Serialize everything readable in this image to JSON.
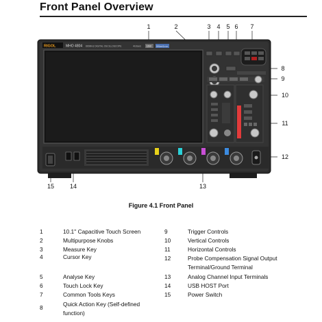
{
  "page": {
    "title": "Front Panel Overview",
    "caption": "Figure 4.1 Front Panel"
  },
  "device": {
    "brand": "RIGOL",
    "model": "MHO 4804",
    "subtitle": "800MHz DIGITAL OSCILLOSCOPE",
    "spec_rate": "4GSa/s",
    "spec_bits": "12bit",
    "spec_extra": "500pts/1mon"
  },
  "callouts": [
    "1",
    "2",
    "3",
    "4",
    "5",
    "6",
    "7",
    "8",
    "9",
    "10",
    "11",
    "12",
    "13",
    "14",
    "15"
  ],
  "legend": {
    "left": [
      {
        "num": "1",
        "label": "10.1'' Capacitive Touch Screen"
      },
      {
        "num": "2",
        "label": "Multipurpose Knobs"
      },
      {
        "num": "3",
        "label": "Measure Key"
      },
      {
        "num": "4",
        "label": "Cursor Key"
      },
      {
        "num": "5",
        "label": "Analyse Key"
      },
      {
        "num": "6",
        "label": "Touch Lock Key"
      },
      {
        "num": "7",
        "label": "Common Tools Keys"
      },
      {
        "num": "8",
        "label": "Quick Action Key (Self-defined function)"
      }
    ],
    "right": [
      {
        "num": "9",
        "label": "Trigger Controls"
      },
      {
        "num": "10",
        "label": "Vertical Controls"
      },
      {
        "num": "11",
        "label": "Horizontal Controls"
      },
      {
        "num": "12",
        "label": "Probe Compensation Signal Output Terminal/Ground Terminal"
      },
      {
        "num": "13",
        "label": "Analog Channel Input Terminals"
      },
      {
        "num": "14",
        "label": "USB HOST Port"
      },
      {
        "num": "15",
        "label": "Power Switch"
      }
    ]
  },
  "colors": {
    "body": "#2b2b2b",
    "screen": "#161616",
    "ch1": "#e8d21a",
    "ch2": "#2bd1d8",
    "ch3": "#c94fd6",
    "ch4": "#3c8be0"
  }
}
